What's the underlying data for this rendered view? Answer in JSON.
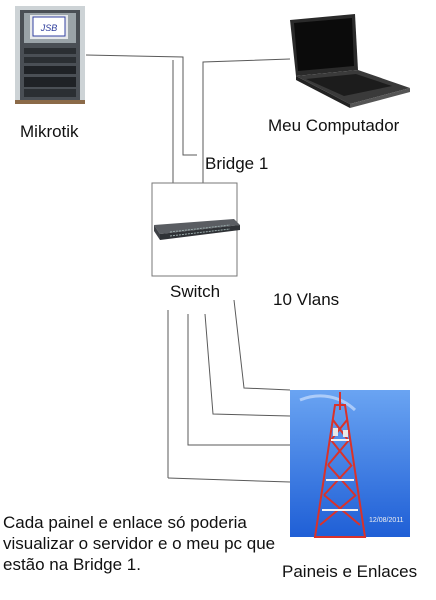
{
  "nodes": {
    "mikrotik": "Mikrotik",
    "computer": "Meu Computador",
    "bridge": "Bridge 1",
    "switch": "Switch",
    "vlans": "10 Vlans",
    "panels": "Paineis e Enlaces"
  },
  "photo_text": {
    "monitor_logo": "JSB",
    "tower_date": "12/08/2011"
  },
  "note": "Cada painel e enlace só poderia visualizar o servidor e o meu pc que estão na Bridge 1.",
  "colors": {
    "line": "#5a5a5a",
    "tower_red": "#d9322a",
    "sky": "#2e6fe0"
  }
}
